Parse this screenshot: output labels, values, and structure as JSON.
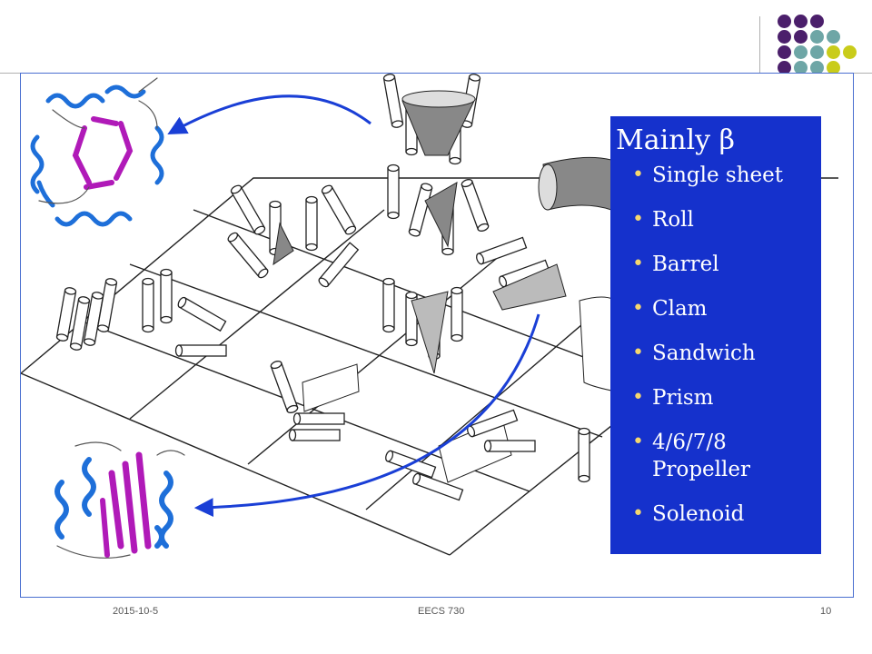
{
  "panel": {
    "title": "Mainly β",
    "items": [
      {
        "label": "Single sheet"
      },
      {
        "label": "Roll"
      },
      {
        "label": "Barrel"
      },
      {
        "label": "Clam"
      },
      {
        "label": "Sandwich"
      },
      {
        "label": "Prism"
      },
      {
        "label": "4/6/7/8 Propeller"
      },
      {
        "label": "Solenoid"
      }
    ],
    "bullet": "•"
  },
  "footer": {
    "date": "2015-10-5",
    "course": "EECS 730",
    "page": "10"
  },
  "colors": {
    "panel_bg": "#1531cc",
    "bullet": "#f5d76e",
    "frame_border": "#4a6fd0",
    "arrow": "#1a3fd6",
    "helix": "#1e6fd9",
    "strand": "#b01ab8",
    "dot_purple": "#4b1f6b",
    "dot_teal": "#6ea6a6",
    "dot_yellow": "#c9cc1a"
  }
}
